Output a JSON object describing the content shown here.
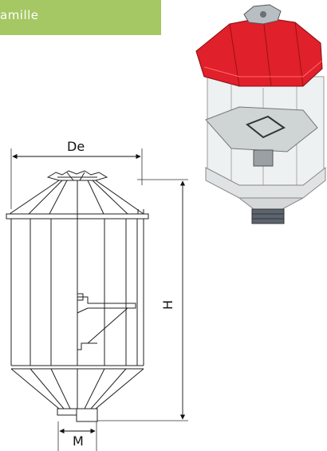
{
  "header": {
    "text": "amille",
    "color": "#a5c764"
  },
  "dimensions": {
    "diameter_label": "De",
    "height_label": "H",
    "outlet_label": "M"
  },
  "render": {
    "lid_color": "#e0202a",
    "body_tint": "#e9ecec",
    "line_color": "#222222"
  }
}
